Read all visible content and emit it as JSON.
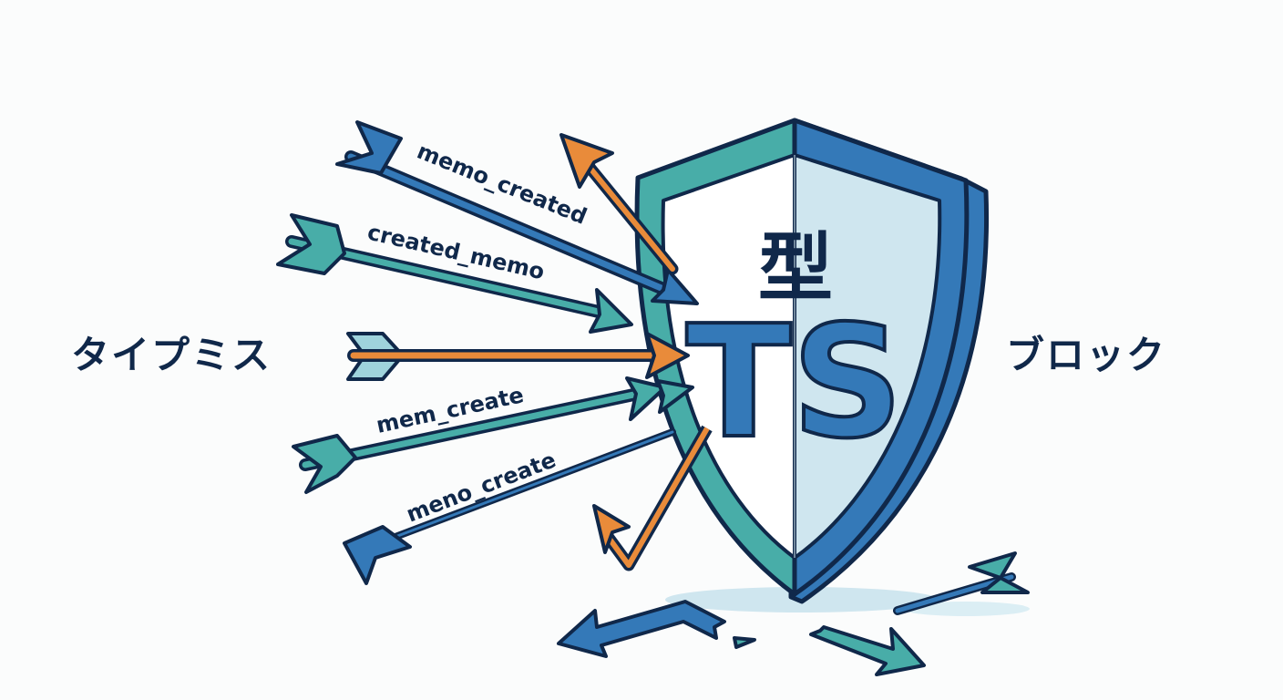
{
  "left_label": "タイプミス",
  "right_label": "ブロック",
  "shield": {
    "kanji": "型",
    "badge": "TS"
  },
  "arrows": [
    {
      "label": "memo_created",
      "color": "#3479b8"
    },
    {
      "label": "created_memo",
      "color": "#48ada8"
    },
    {
      "label": "",
      "color": "#e98b3a"
    },
    {
      "label": "mem_create",
      "color": "#48ada8"
    },
    {
      "label": "meno_create",
      "color": "#3479b8"
    }
  ],
  "colors": {
    "outline": "#10284a",
    "blue": "#3479b8",
    "teal": "#48ada8",
    "orange": "#e98b3a",
    "light_blue": "#cfe6ef",
    "background": "#fbfcfc"
  }
}
